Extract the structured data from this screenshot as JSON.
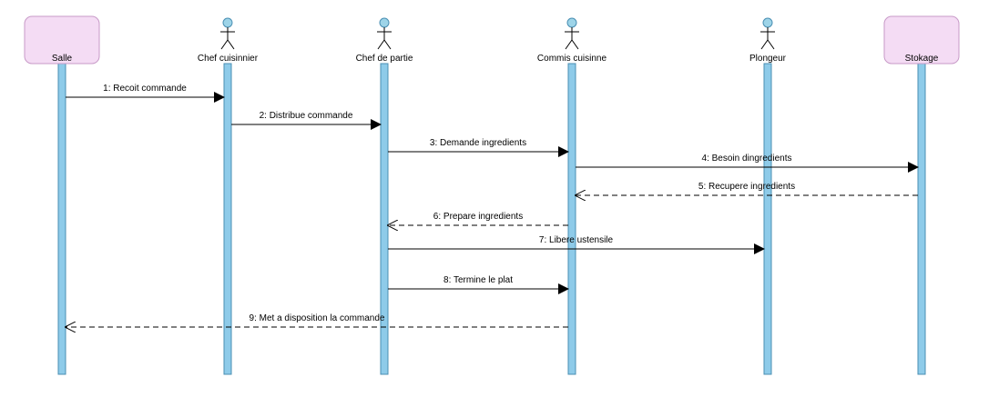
{
  "diagram": {
    "participants": [
      {
        "id": "salle",
        "label": "Salle",
        "kind": "box"
      },
      {
        "id": "chef-cuisinier",
        "label": "Chef cuisinnier",
        "kind": "actor"
      },
      {
        "id": "chef-de-partie",
        "label": "Chef de partie",
        "kind": "actor"
      },
      {
        "id": "commis-cuisinne",
        "label": "Commis cuisinne",
        "kind": "actor"
      },
      {
        "id": "plongeur",
        "label": "Plongeur",
        "kind": "actor"
      },
      {
        "id": "stokage",
        "label": "Stokage",
        "kind": "box"
      }
    ],
    "messages": [
      {
        "label": "1: Recoit commande",
        "from": "salle",
        "to": "chef-cuisinier",
        "kind": "sync"
      },
      {
        "label": "2: Distribue commande",
        "from": "chef-cuisinier",
        "to": "chef-de-partie",
        "kind": "sync"
      },
      {
        "label": "3: Demande ingredients",
        "from": "chef-de-partie",
        "to": "commis-cuisinne",
        "kind": "sync"
      },
      {
        "label": "4: Besoin dingredients",
        "from": "commis-cuisinne",
        "to": "stokage",
        "kind": "sync"
      },
      {
        "label": "5: Recupere ingredients",
        "from": "stokage",
        "to": "commis-cuisinne",
        "kind": "return"
      },
      {
        "label": "6: Prepare ingredients",
        "from": "commis-cuisinne",
        "to": "chef-de-partie",
        "kind": "return"
      },
      {
        "label": "7: Libere ustensile",
        "from": "chef-de-partie",
        "to": "plongeur",
        "kind": "sync"
      },
      {
        "label": "8: Termine le plat",
        "from": "chef-de-partie",
        "to": "commis-cuisinne",
        "kind": "sync"
      },
      {
        "label": "9: Met a disposition la commande",
        "from": "commis-cuisinne",
        "to": "salle",
        "kind": "return"
      }
    ],
    "colors": {
      "lifeline_fill": "#8ecbe9",
      "lifeline_stroke": "#4a8fb3",
      "box_fill": "#f4dcf4",
      "box_stroke": "#c79ac7",
      "actor_head": "#9ed4e8",
      "line": "#000000"
    }
  }
}
